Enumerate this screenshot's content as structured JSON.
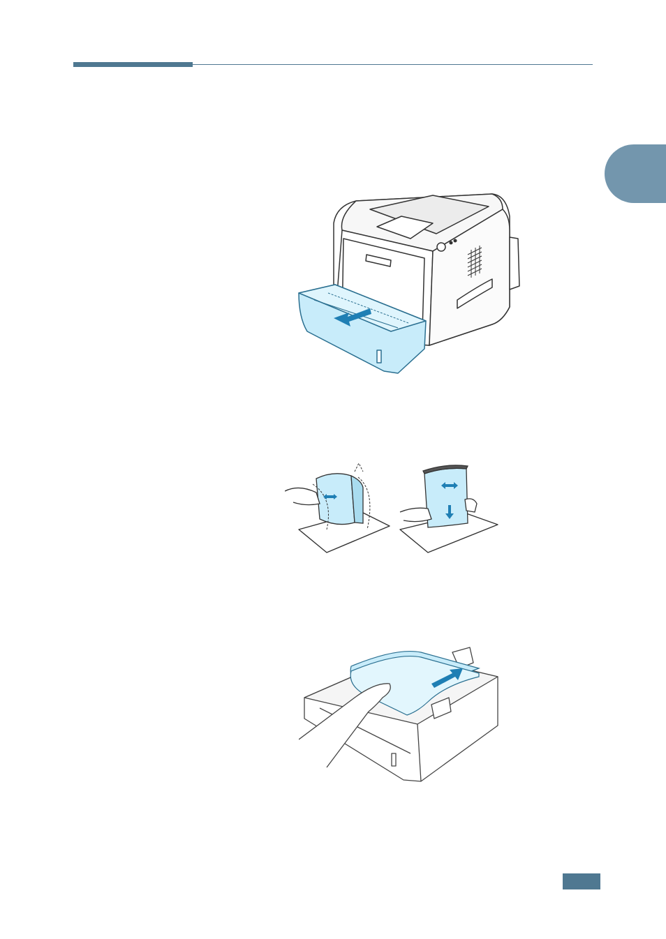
{
  "colors": {
    "accent": "#4f7891",
    "tab": "#7396ad",
    "paper_blue": "#c8ecfa",
    "arrow_blue": "#1f7fb4",
    "line": "#333333"
  },
  "figures": [
    {
      "icon": "printer-with-open-tray-illustration"
    },
    {
      "icon": "flexing-paper-stack-illustration"
    },
    {
      "icon": "loading-paper-into-tray-illustration"
    }
  ]
}
